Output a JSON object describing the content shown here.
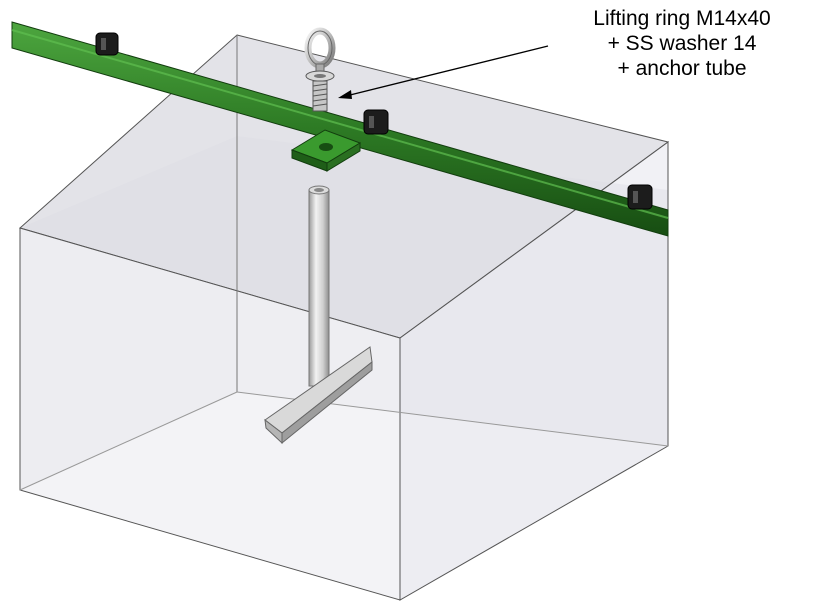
{
  "annotation": {
    "lines": [
      "Lifting ring M14x40",
      "+ SS washer 14",
      "+ anchor tube"
    ]
  },
  "colors": {
    "bar": "#2d7a24",
    "bar_dark": "#174d12",
    "bar_light": "#4da63f",
    "box_top": "#e8e8ec",
    "box_face": "#f4f4f6",
    "box_edge": "#555555",
    "tube": "#cfcfcf",
    "tube_light": "#f2f2f2",
    "tube_dark": "#8e8e8e",
    "clip": "#222222",
    "ring": "#bdbdbd"
  }
}
